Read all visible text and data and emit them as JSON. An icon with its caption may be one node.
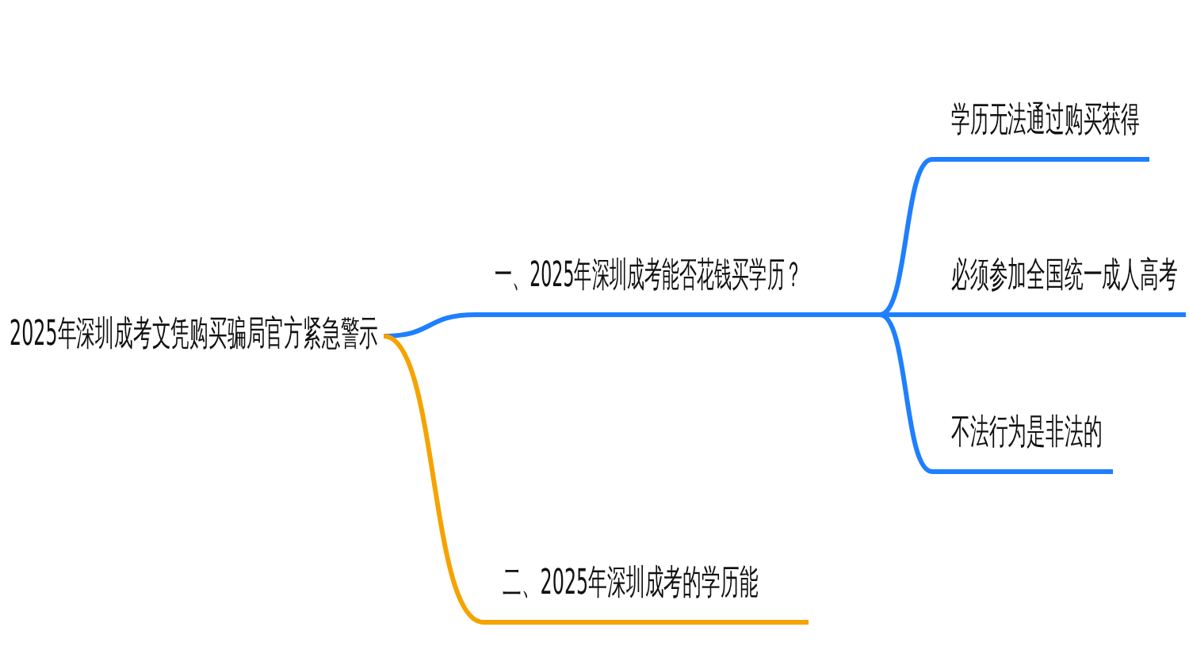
{
  "diagram": {
    "nodes": [
      {
        "text": [
          "2025年深圳成考文凭购买骗局官方紧急警示"
        ]
      },
      {
        "text": [
          "一、2025年深圳成考能否花钱买学历？"
        ]
      },
      {
        "text": [
          "学历无法通过购买获得"
        ]
      },
      {
        "text": [
          "必须参加全国统一成人高考"
        ]
      },
      {
        "text": [
          "不法行为是非法的"
        ]
      },
      {
        "text": [
          "二、2025年深圳成考的学历能"
        ]
      }
    ],
    "edges": [
      {
        "from": 0,
        "to": 1,
        "arrow": "none"
      },
      {
        "from": 1,
        "to": 2,
        "arrow": "none"
      },
      {
        "from": 1,
        "to": 3,
        "arrow": "none"
      },
      {
        "from": 1,
        "to": 4,
        "arrow": "none"
      },
      {
        "from": 0,
        "to": 5,
        "arrow": "none",
        "color": "#f5a300"
      }
    ]
  }
}
